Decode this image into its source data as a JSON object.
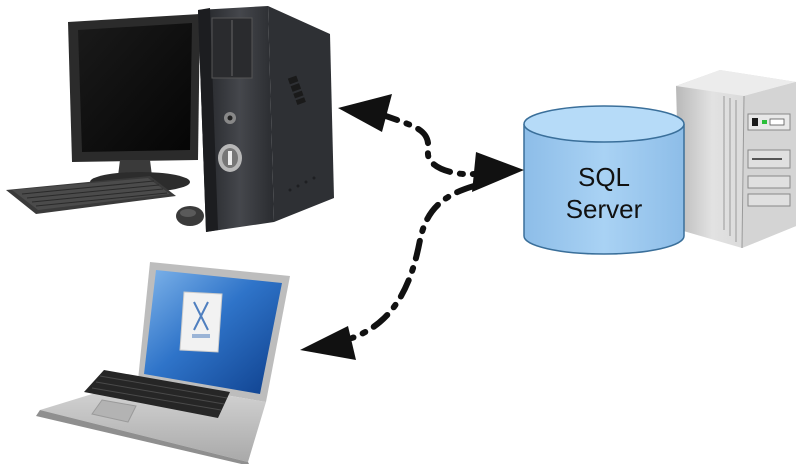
{
  "diagram": {
    "database": {
      "line1": "SQL",
      "line2": "Server",
      "icon": "database-cylinder-icon"
    },
    "nodes": [
      {
        "id": "desktop",
        "icon": "desktop-computer-icon"
      },
      {
        "id": "laptop",
        "icon": "laptop-icon"
      },
      {
        "id": "server",
        "icon": "server-tower-icon"
      }
    ],
    "connections": [
      {
        "from": "desktop",
        "to": "database",
        "style": "dash-dot",
        "direction": "both"
      },
      {
        "from": "laptop",
        "to": "database",
        "style": "dash-dot",
        "direction": "both"
      }
    ],
    "colors": {
      "database_fill": "#9ec9ef",
      "database_stroke": "#3a6f9a",
      "connector": "#111111",
      "monitor_body": "#2b2b2b",
      "monitor_screen": "#0c0c0c",
      "tower_body": "#3a3c40",
      "laptop_body": "#c8c8c8",
      "laptop_screen": "#1e5fb8",
      "server_body": "#d7d7d7"
    }
  }
}
